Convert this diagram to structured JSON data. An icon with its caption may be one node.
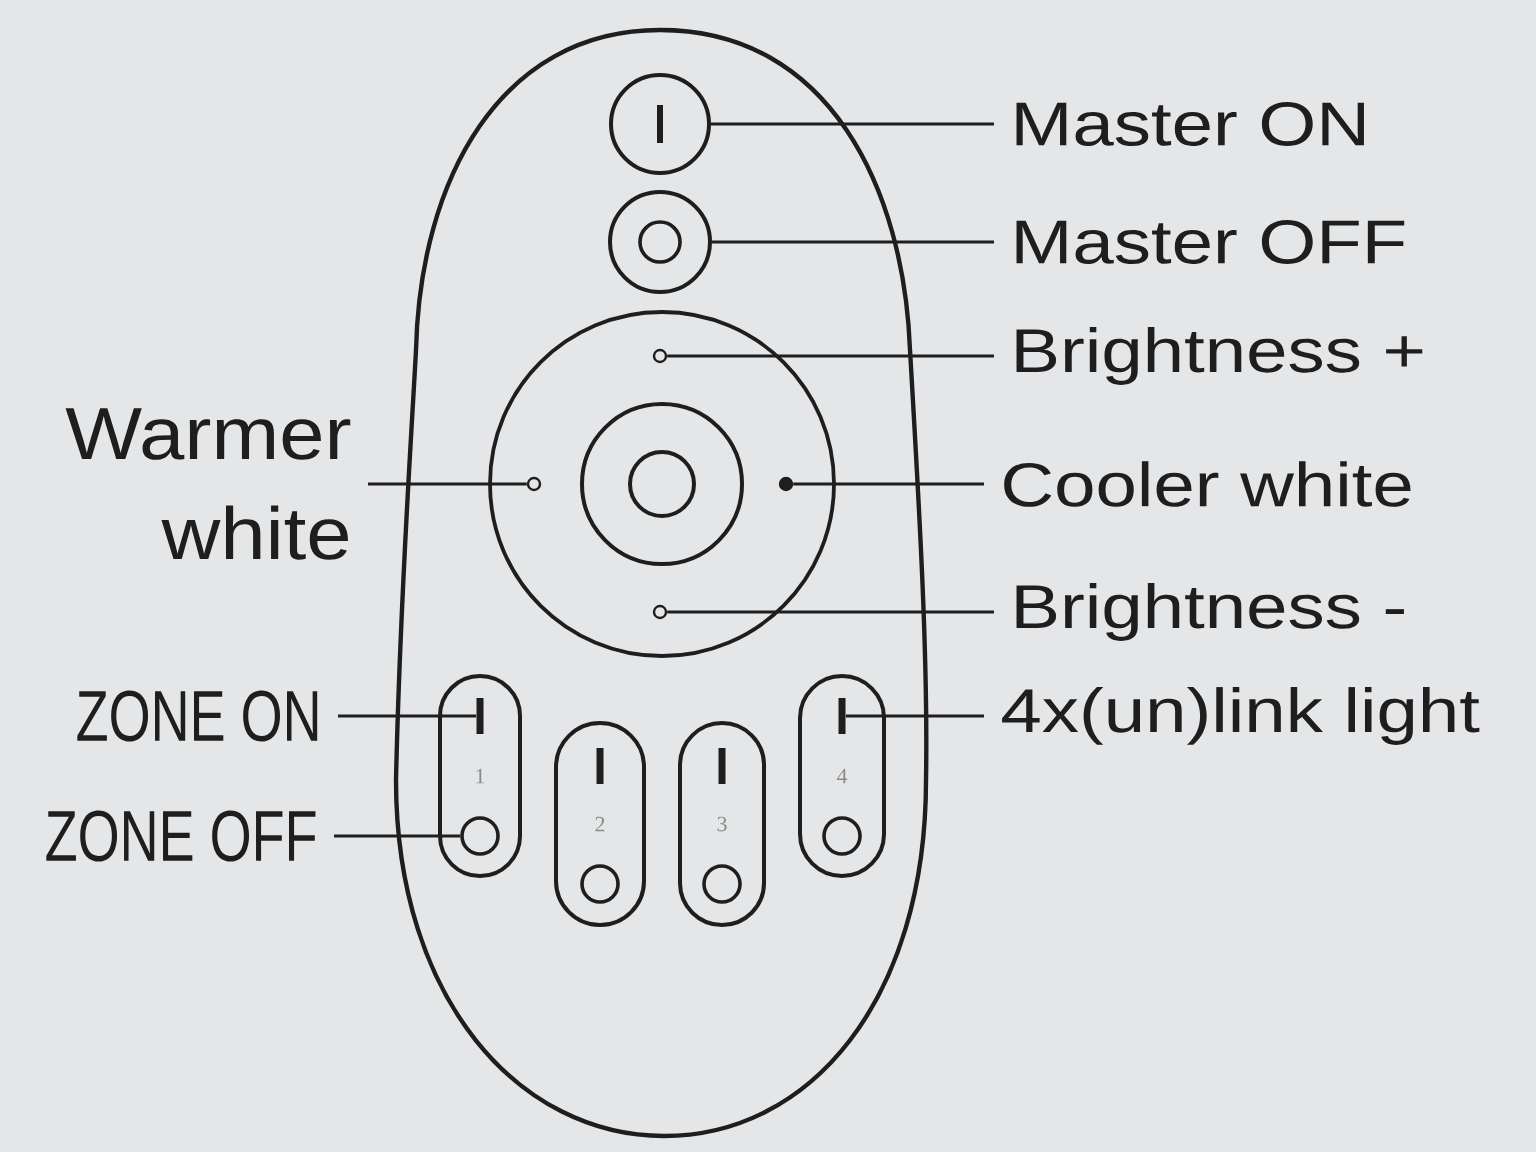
{
  "diagram": {
    "nodes": [
      {
        "text": [],
        "shape": "picture"
      },
      {
        "text": [],
        "shape": "circle",
        "in": 0
      },
      {
        "text": [],
        "shape": "circle",
        "in": 0
      },
      {
        "text": [],
        "shape": "circle",
        "in": 0
      },
      {
        "text": [],
        "shape": "circle",
        "in": 3
      },
      {
        "text": [],
        "shape": "circle",
        "in": 3
      },
      {
        "text": [],
        "shape": "circle",
        "in": 3
      },
      {
        "text": [],
        "shape": "circle",
        "in": 3
      },
      {
        "text": [
          "1"
        ],
        "in": 0
      },
      {
        "text": [],
        "shape": "bar",
        "in": 8
      },
      {
        "text": [],
        "shape": "circle",
        "in": 8
      },
      {
        "text": [
          "2"
        ],
        "in": 0
      },
      {
        "text": [],
        "shape": "bar",
        "in": 11
      },
      {
        "text": [],
        "shape": "circle",
        "in": 11
      },
      {
        "text": [
          "3"
        ],
        "in": 0
      },
      {
        "text": [],
        "shape": "bar",
        "in": 14
      },
      {
        "text": [],
        "shape": "circle",
        "in": 14
      },
      {
        "text": [
          "4"
        ],
        "in": 0
      },
      {
        "text": [],
        "shape": "bar",
        "in": 17
      },
      {
        "text": [],
        "shape": "circle",
        "in": 17
      },
      {
        "text": [
          "Master ON"
        ]
      },
      {
        "text": [
          "Master OFF"
        ]
      },
      {
        "text": [
          "Brightness +"
        ]
      },
      {
        "text": [
          "Warmer white"
        ]
      },
      {
        "text": [
          "Cooler white"
        ]
      },
      {
        "text": [
          "Brightness -"
        ]
      },
      {
        "text": [
          "ZONE ON"
        ]
      },
      {
        "text": [
          "4x(un)link light"
        ]
      },
      {
        "text": [
          "ZONE OFF"
        ]
      }
    ],
    "edges": [
      {
        "from": 20,
        "to": 1,
        "arrow": "none"
      },
      {
        "from": 21,
        "to": 2,
        "arrow": "none"
      },
      {
        "from": 22,
        "to": 4,
        "arrow": "none"
      },
      {
        "from": 23,
        "to": 5,
        "arrow": "none"
      },
      {
        "from": 24,
        "to": 6,
        "arrow": "none"
      },
      {
        "from": 25,
        "to": 7,
        "arrow": "none"
      },
      {
        "from": 26,
        "to": 9,
        "arrow": "none"
      },
      {
        "from": 27,
        "to": 18,
        "arrow": "none"
      },
      {
        "from": 28,
        "to": 10,
        "arrow": "none"
      }
    ]
  }
}
